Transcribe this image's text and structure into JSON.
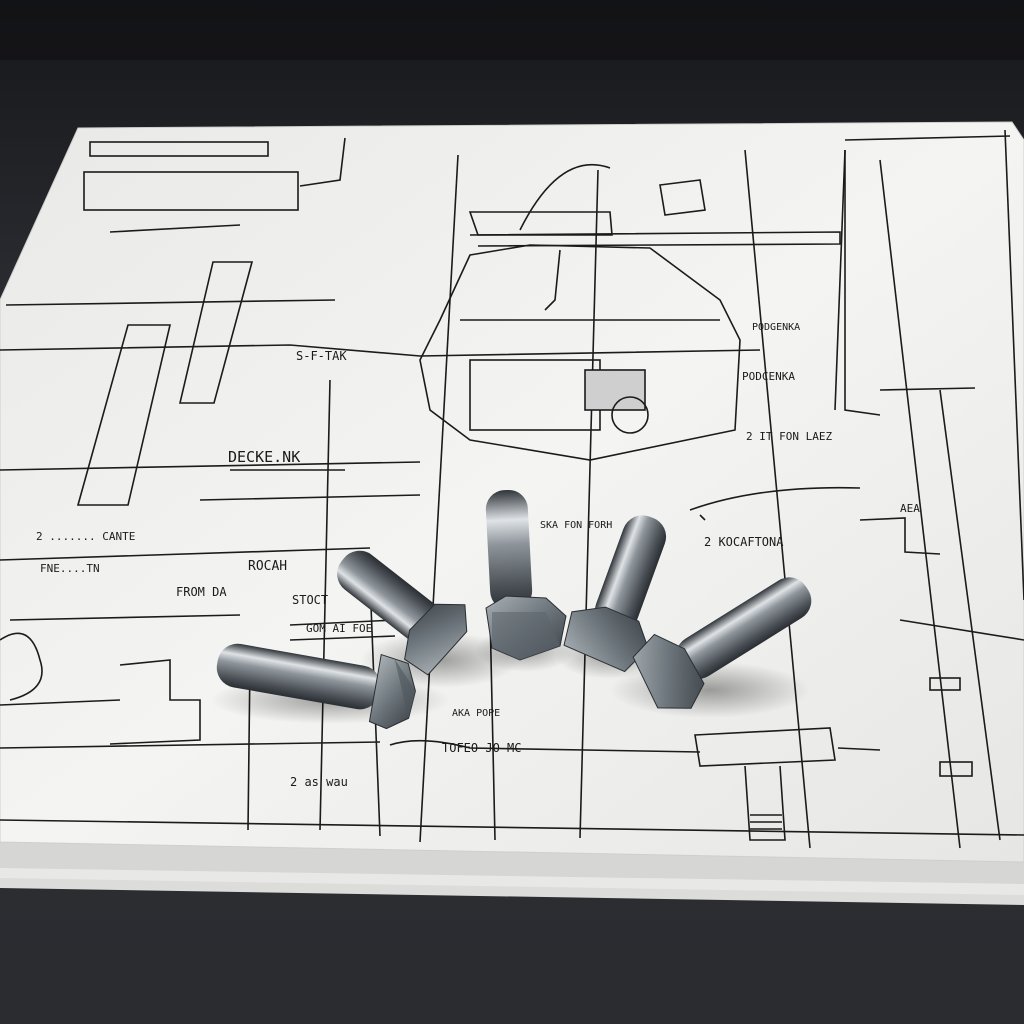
{
  "scene": {
    "subject": "hex-head bolts on technical drawing sheets",
    "bolt_count": 5,
    "colors": {
      "table": "#2b2d31",
      "paper": "#f1f1ef",
      "ink": "#1b1b1b",
      "steel_light": "#c9ced3",
      "steel_dark": "#3c4147"
    }
  },
  "drawing_labels": {
    "deck": "DECKE.NK",
    "note_left": "2 ....... CANTE",
    "note_left2": "FNE....TN",
    "rocah": "ROCAH",
    "fromda": "FROM DA",
    "stoct": "STOCT",
    "gom": "GOM AI FOE",
    "note_bottom": "2 as wau",
    "tof": "TOFEO JO MC",
    "note_mid": "2 IT FON LAEZ",
    "podcenka": "PODCENKA",
    "kocaf": "2 KOCAFTONA",
    "aea": "AEA",
    "sftak": "S-F-TAK",
    "note_right_top": "PODGENKA",
    "ska": "SKA FON FORH",
    "aka": "AKA POPE"
  }
}
